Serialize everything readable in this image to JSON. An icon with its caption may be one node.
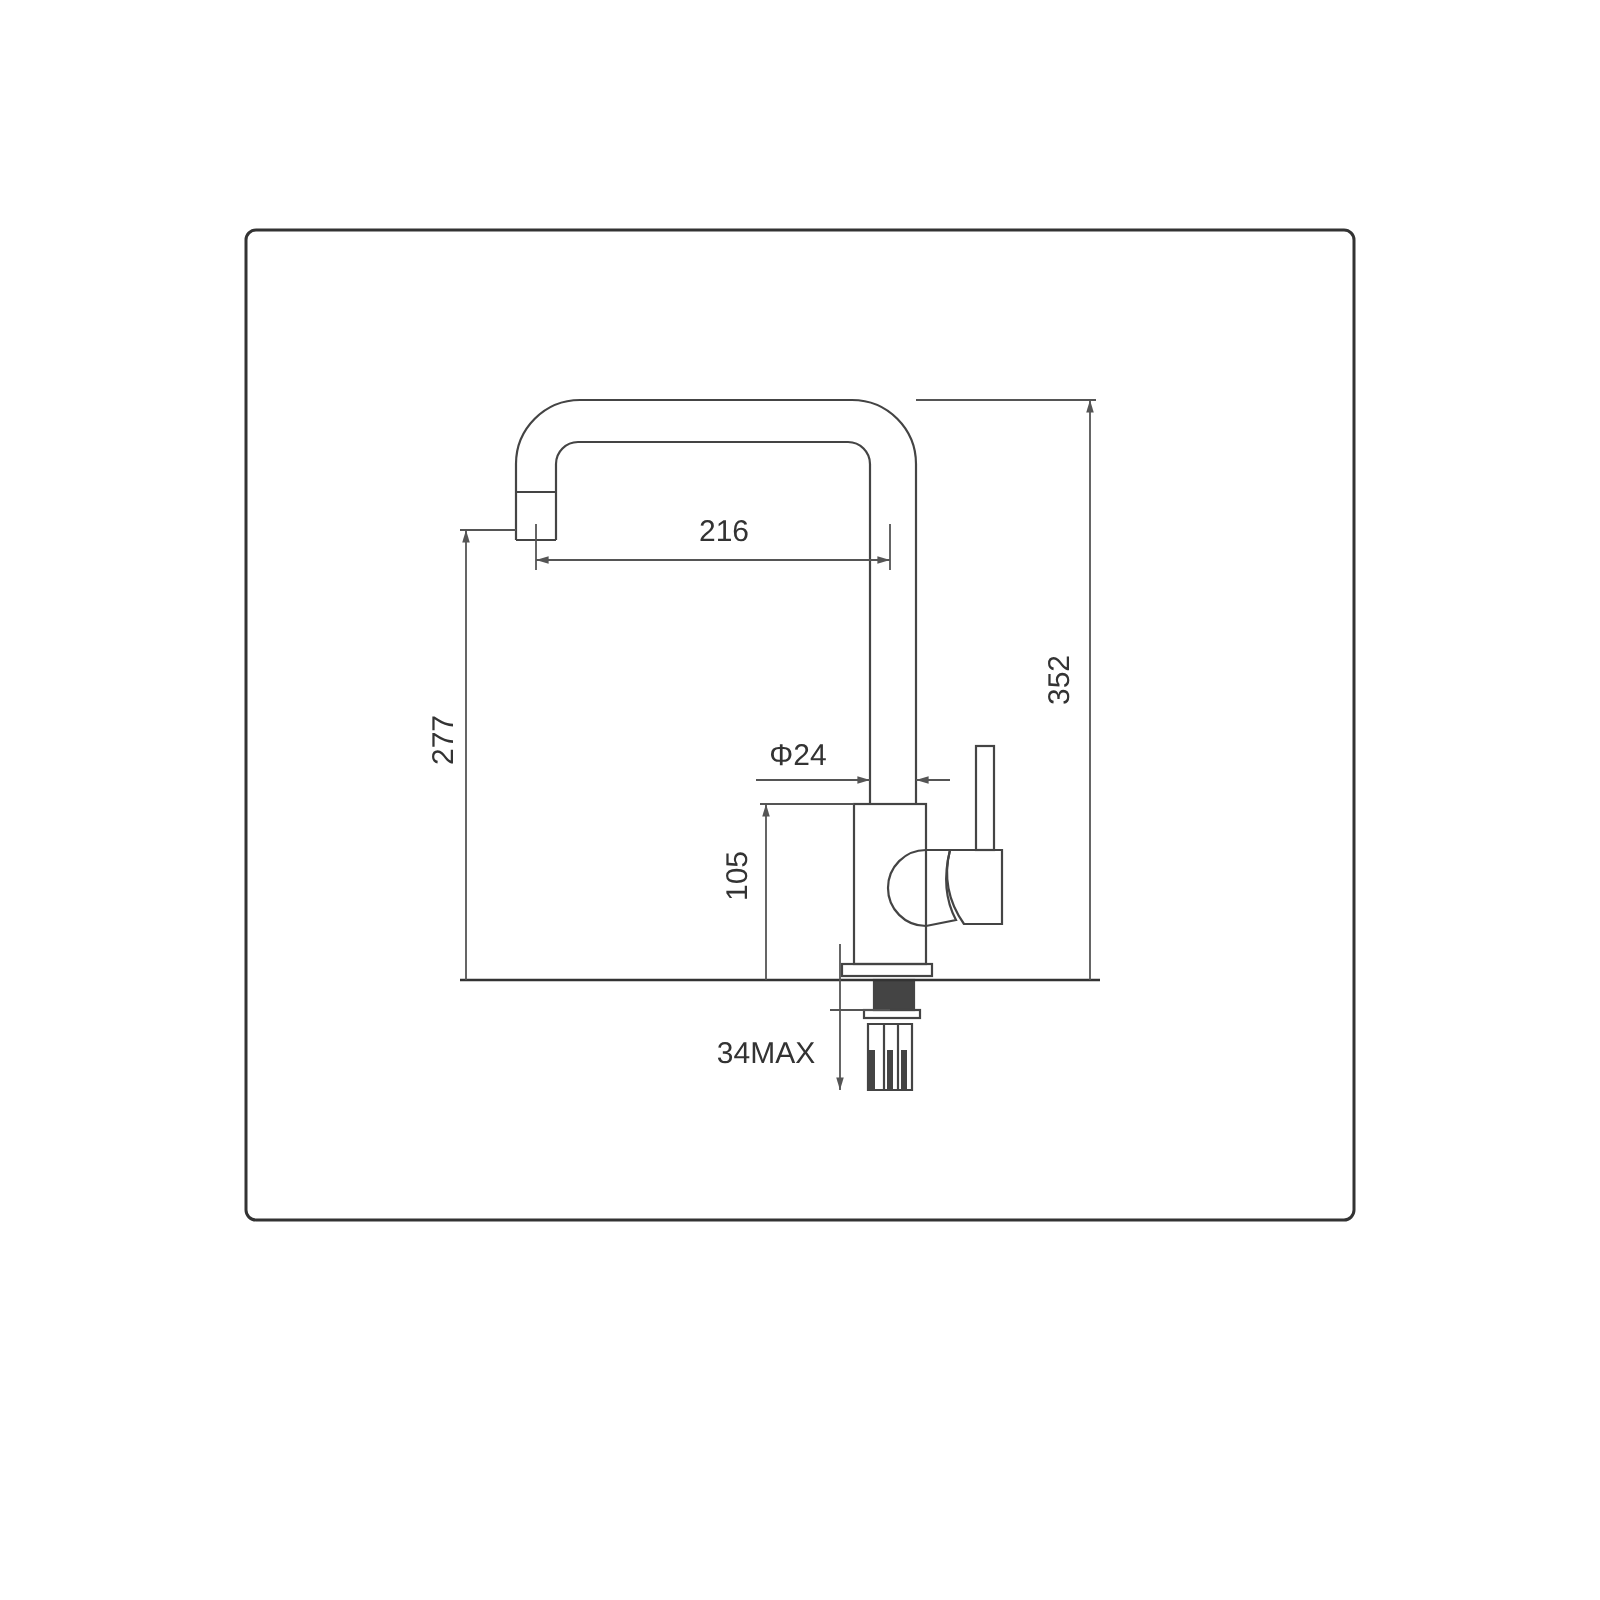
{
  "diagram": {
    "labels": [
      "216",
      "277",
      "352",
      "Φ24",
      "105",
      "34MAX"
    ]
  }
}
